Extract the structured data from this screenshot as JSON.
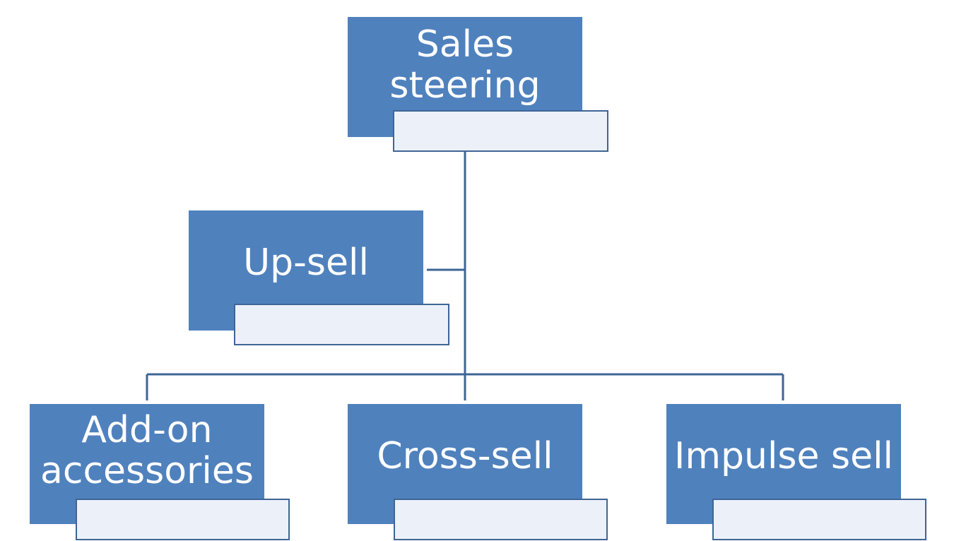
{
  "diagram": {
    "type": "org-chart",
    "colors": {
      "box_fill": "#4f81bd",
      "tab_fill": "#ecf1f9",
      "line": "#3f6596",
      "text": "#ffffff"
    },
    "nodes": [
      {
        "id": "root",
        "label": "Sales\nsteering",
        "parent": null
      },
      {
        "id": "up",
        "label": "Up-sell",
        "parent": "root",
        "role": "assistant"
      },
      {
        "id": "addon",
        "label": "Add-on\naccessories",
        "parent": "root"
      },
      {
        "id": "cross",
        "label": "Cross-sell",
        "parent": "root"
      },
      {
        "id": "impulse",
        "label": "Impulse sell",
        "parent": "root"
      }
    ]
  }
}
